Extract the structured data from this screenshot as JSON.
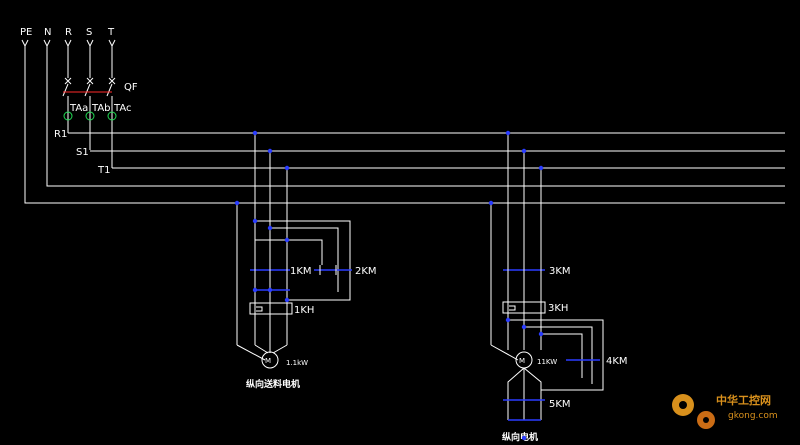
{
  "terminals": [
    "PE",
    "N",
    "R",
    "S",
    "T"
  ],
  "breaker_label": "QF",
  "current_transformers": [
    "TAa",
    "TAb",
    "TAc"
  ],
  "phase_labels": [
    "R1",
    "S1",
    "T1"
  ],
  "branch1": {
    "contactor_a": "1KM",
    "contactor_b": "2KM",
    "relay": "1KH",
    "motor": "M",
    "power": "1.1kW",
    "caption": "纵向送料电机"
  },
  "branch2": {
    "contactor_a": "3KM",
    "relay": "3KH",
    "motor": "M",
    "power": "11KW",
    "contactor_delta": "4KM",
    "contactor_star": "5KM",
    "caption": "纵向电机"
  },
  "watermark": {
    "name": "中华工控网",
    "url": "gkong.com"
  },
  "colors": {
    "wire": "#ffffff",
    "contact": "#2a3cff",
    "breaker": "#ff2a2a",
    "ct": "#22dd55",
    "watermark": "#f0a020"
  }
}
